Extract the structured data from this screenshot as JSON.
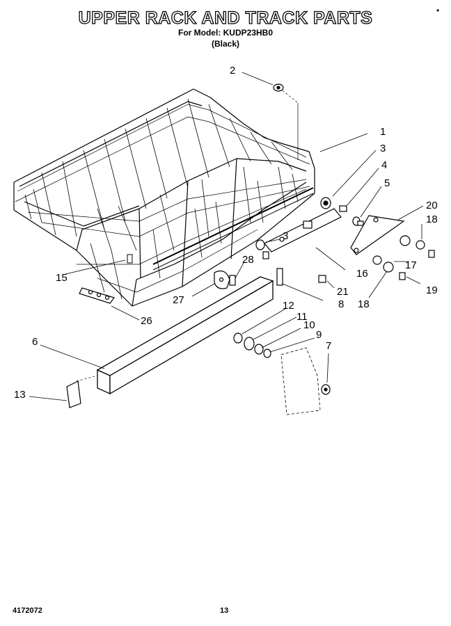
{
  "header": {
    "title": "UPPER RACK AND TRACK PARTS",
    "model_line": "For Model: KUDP23HB0",
    "variant": "(Black)"
  },
  "corner_mark": "•",
  "callouts": [
    "1",
    "2",
    "3",
    "3",
    "4",
    "5",
    "6",
    "7",
    "8",
    "9",
    "10",
    "11",
    "12",
    "13",
    "15",
    "16",
    "17",
    "18",
    "18",
    "19",
    "20",
    "21",
    "26",
    "27",
    "28"
  ],
  "footer": {
    "doc_number": "4172072",
    "page_number": "13"
  }
}
